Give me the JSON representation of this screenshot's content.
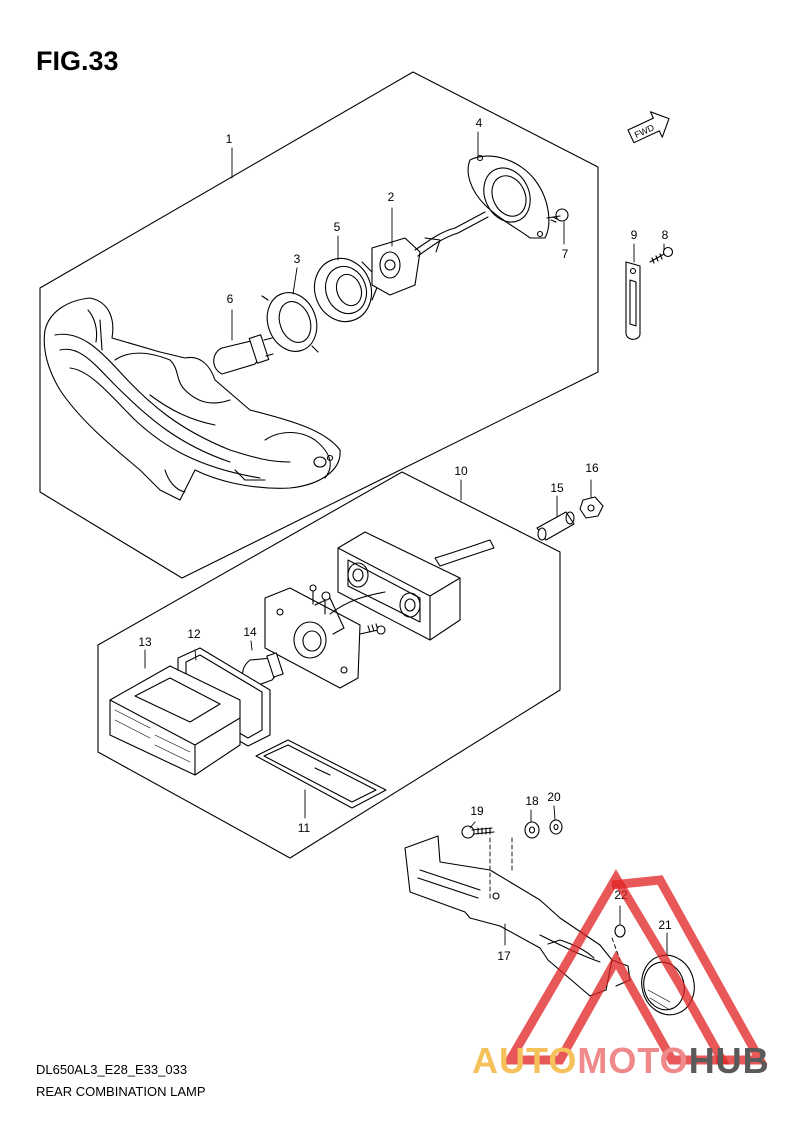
{
  "figure": {
    "title": "FIG.33",
    "code": "DL650AL3_E28_E33_033",
    "name": "REAR COMBINATION LAMP"
  },
  "direction_arrow": {
    "label": "FWD"
  },
  "watermark": {
    "part1": "AUTO",
    "part2": "MOTO",
    "part3": "HUB"
  },
  "callouts": [
    "1",
    "2",
    "3",
    "4",
    "5",
    "6",
    "7",
    "8",
    "9",
    "10",
    "11",
    "12",
    "13",
    "14",
    "15",
    "16",
    "17",
    "18",
    "19",
    "20",
    "21",
    "22"
  ],
  "colors": {
    "line": "#000000",
    "watermark_red": "#e02020",
    "watermark_gold": "#f5c15a",
    "watermark_gray": "#5a5a5a"
  }
}
